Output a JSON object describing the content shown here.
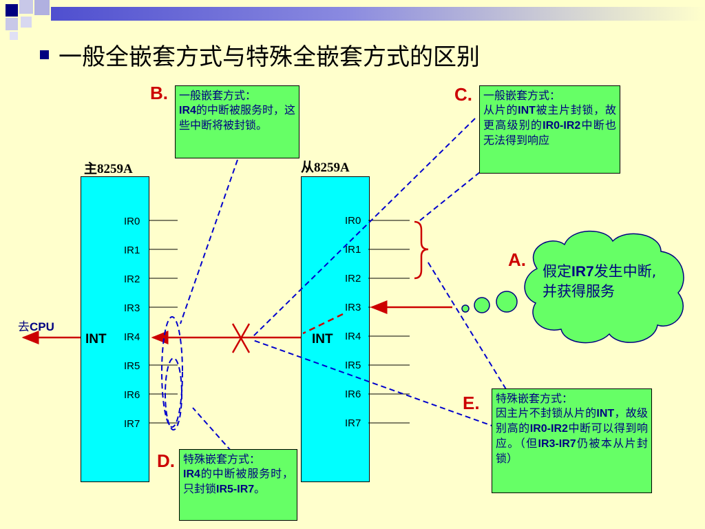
{
  "slide": {
    "title": "一般全嵌套方式与特殊全嵌套方式的区别"
  },
  "master": {
    "label": "主8259A",
    "pins": [
      "IR0",
      "IR1",
      "IR2",
      "IR3",
      "IR4",
      "IR5",
      "IR6",
      "IR7"
    ],
    "int_label": "INT",
    "cpu_prefix": "去",
    "cpu_label": "CPU"
  },
  "slave": {
    "label": "从8259A",
    "pins": [
      "IR0",
      "IR1",
      "IR2",
      "IR3",
      "IR4",
      "IR5",
      "IR6",
      "IR7"
    ],
    "int_label": "INT"
  },
  "notes": {
    "B": {
      "letter": "B.",
      "head": "一般嵌套方式：",
      "bold": "IR4",
      "rest": "的中断被服务时，这些中断将被封锁。"
    },
    "C": {
      "letter": "C.",
      "head": "一般嵌套方式：",
      "p1": "从片的",
      "bold1": "INT",
      "p2": "被主片封锁，故更高级别的",
      "bold2": "IR0-IR2",
      "p3": "中断也无法得到响应"
    },
    "A": {
      "letter": "A.",
      "p1": "假定",
      "bold": "IR7",
      "p2": "发生中断,并获得服务"
    },
    "D": {
      "letter": "D.",
      "head": "特殊嵌套方式：",
      "bold1": "IR4",
      "p1": "的中断被服务时，只封锁",
      "bold2": "IR5-IR7",
      "p2": "。"
    },
    "E": {
      "letter": "E.",
      "head": "特殊嵌套方式：",
      "p1": "因主片不封锁从片的",
      "bold1": "INT",
      "p2": "，故级别高的",
      "bold2": "IR0-IR2",
      "p3": "中断可以得到响应。（但",
      "bold3": "IR3-IR7",
      "p4": "仍被本从片封锁）"
    }
  },
  "colors": {
    "background": "#ffffcc",
    "chip": "#00ffff",
    "note": "#66ff66",
    "accent_red": "#cc0000",
    "dashed_blue": "#0000cc",
    "text_navy": "#000080"
  }
}
